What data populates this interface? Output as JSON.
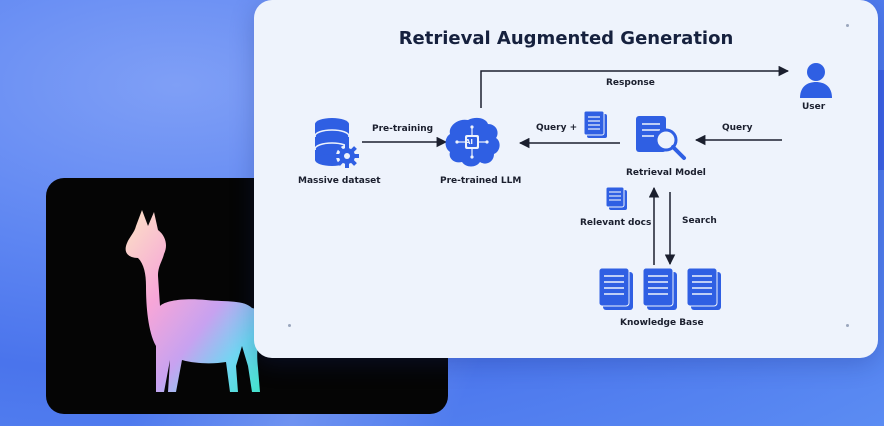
{
  "diagram": {
    "title": "Retrieval Augmented Generation",
    "nodes": {
      "dataset": "Massive dataset",
      "llm": "Pre-trained LLM",
      "llm_chip": "AI",
      "retrieval": "Retrieval Model",
      "user": "User",
      "relevant_docs": "Relevant docs",
      "knowledge_base": "Knowledge Base"
    },
    "edges": {
      "pretraining": "Pre-training",
      "response": "Response",
      "query_plus": "Query +",
      "query": "Query",
      "search": "Search"
    },
    "colors": {
      "accent": "#2f5fe3",
      "text": "#16213e",
      "card": "#eef3fc"
    }
  }
}
